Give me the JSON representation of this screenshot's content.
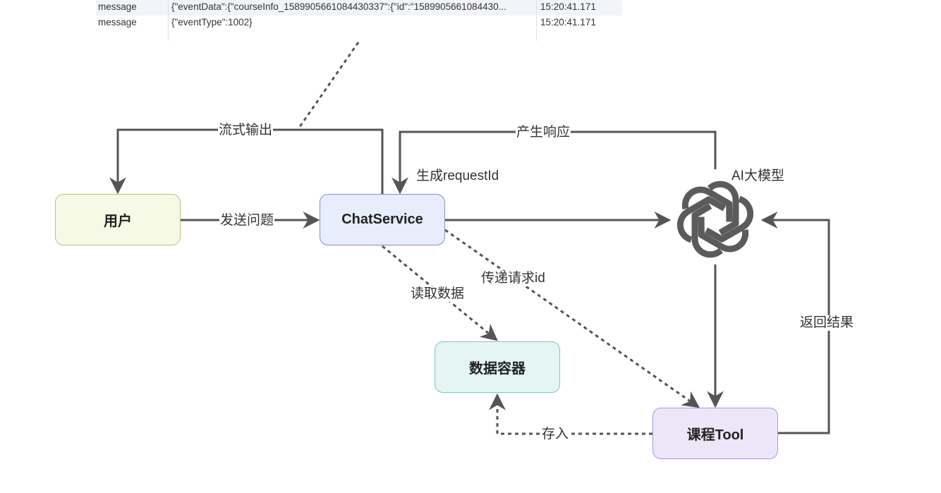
{
  "log_table": {
    "rows": [
      {
        "type": "message",
        "data": "{\"eventData\":{\"courseInfo_1589905661084430337\":{\"id\":\"1589905661084430...",
        "time": "15:20:41.171"
      },
      {
        "type": "message",
        "data": "{\"eventType\":1002}",
        "time": "15:20:41.171"
      }
    ]
  },
  "nodes": {
    "user": {
      "label": "用户",
      "fill": "#f6f9e6",
      "stroke": "#b5c77a"
    },
    "chat_service": {
      "label": "ChatService",
      "fill": "#e8edfb",
      "stroke": "#7d8fd8"
    },
    "data_container": {
      "label": "数据容器",
      "fill": "#e4f5f3",
      "stroke": "#78c9c0"
    },
    "course_tool": {
      "label": "课程Tool",
      "fill": "#ede6f8",
      "stroke": "#ad94d9"
    },
    "ai_model": {
      "label": "AI大模型",
      "icon": "openai-logo-icon",
      "color": "#5b5b5b"
    }
  },
  "edges": {
    "stream_output": "流式输出",
    "send_question": "发送问题",
    "generate_request_id": "生成requestId",
    "produce_response": "产生响应",
    "pass_request_id": "传递请求id",
    "read_data": "读取数据",
    "return_result": "返回结果",
    "store": "存入"
  },
  "colors": {
    "line": "#555555"
  }
}
